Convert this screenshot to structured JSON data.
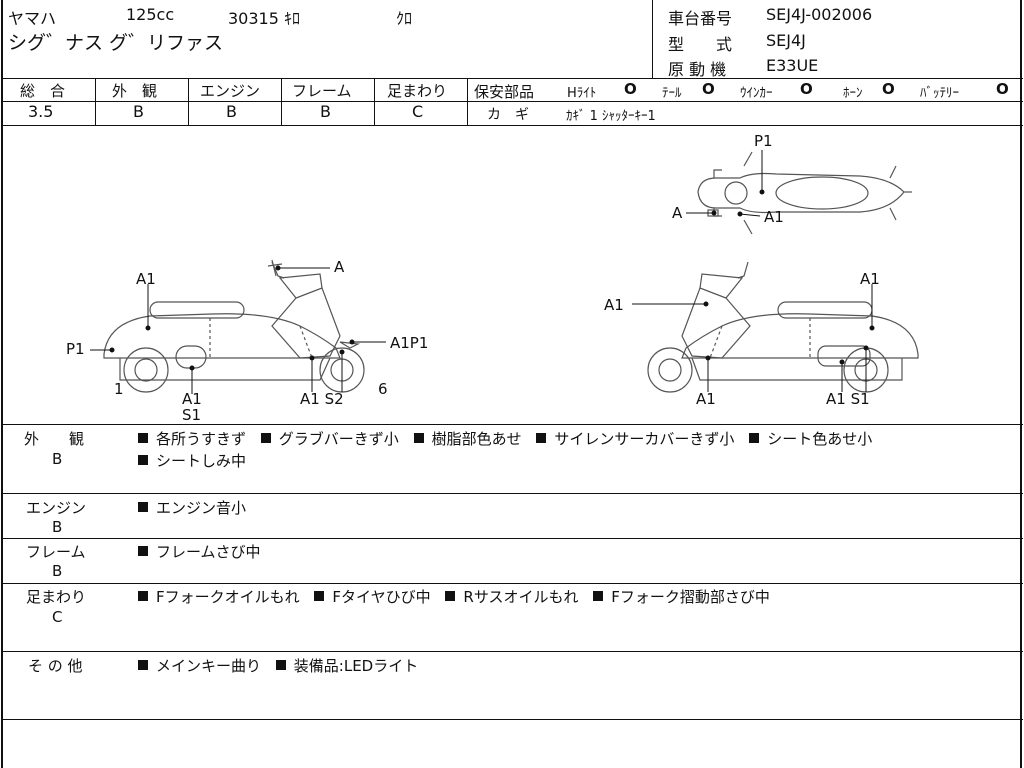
{
  "header": {
    "maker": "ヤマハ",
    "displacement": "125cc",
    "mileage": "30315 ｷﾛ",
    "color": "ｸﾛ",
    "model_name": "シグ゛ナス グ゛リファス",
    "frame_no_label": "車台番号",
    "frame_no": "SEJ4J-002006",
    "model_label": "型　　式",
    "model_code": "SEJ4J",
    "engine_label": "原 動 機",
    "engine_code": "E33UE"
  },
  "grades": {
    "total_label": "総　合",
    "total": "3.5",
    "exterior_label": "外　観",
    "exterior": "B",
    "engine_label": "エンジン",
    "engine": "B",
    "frame_label": "フレーム",
    "frame": "B",
    "suspension_label": "足まわり",
    "suspension": "C"
  },
  "safety": {
    "label": "保安部品",
    "headlight": "Hﾗｲﾄ",
    "tail": "ﾃｰﾙ",
    "winker": "ｳｲﾝｶｰ",
    "horn": "ﾎｰﾝ",
    "battery": "ﾊﾞｯﾃﾘｰ",
    "key_label": "カ　ギ",
    "key_value": "ｶｷﾞ 1 ｼｬｯﾀｰｷｰ1"
  },
  "diagram_labels": {
    "top_p1": "P1",
    "top_a": "A",
    "top_a1": "A1",
    "left_a": "A",
    "left_a1": "A1",
    "left_p1": "P1",
    "left_1": "1",
    "left_a1_bottom": "A1",
    "left_s1": "S1",
    "left_a1_s2": "A1 S2",
    "left_6": "6",
    "left_a1p1": "A1P1",
    "right_a1_top": "A1",
    "right_a1_left": "A1",
    "right_a1_bottom": "A1",
    "right_a1_s1": "A1 S1"
  },
  "notes": {
    "exterior_label": "外　　観",
    "exterior_grade": "B",
    "exterior_items": [
      "各所うすきず",
      "グラブバーきず小",
      "樹脂部色あせ",
      "サイレンサーカバーきず小",
      "シート色あせ小"
    ],
    "exterior_items2": [
      "シートしみ中"
    ],
    "engine_label": "エンジン",
    "engine_grade": "B",
    "engine_items": [
      "エンジン音小"
    ],
    "frame_label": "フレーム",
    "frame_grade": "B",
    "frame_items": [
      "フレームさび中"
    ],
    "suspension_label": "足まわり",
    "suspension_grade": "C",
    "suspension_items": [
      "Fフォークオイルもれ",
      "Fタイヤひび中",
      "Rサスオイルもれ",
      "Fフォーク摺動部さび中"
    ],
    "other_label": "そ の 他",
    "other_items": [
      "メインキー曲り",
      "装備品:LEDライト"
    ]
  }
}
